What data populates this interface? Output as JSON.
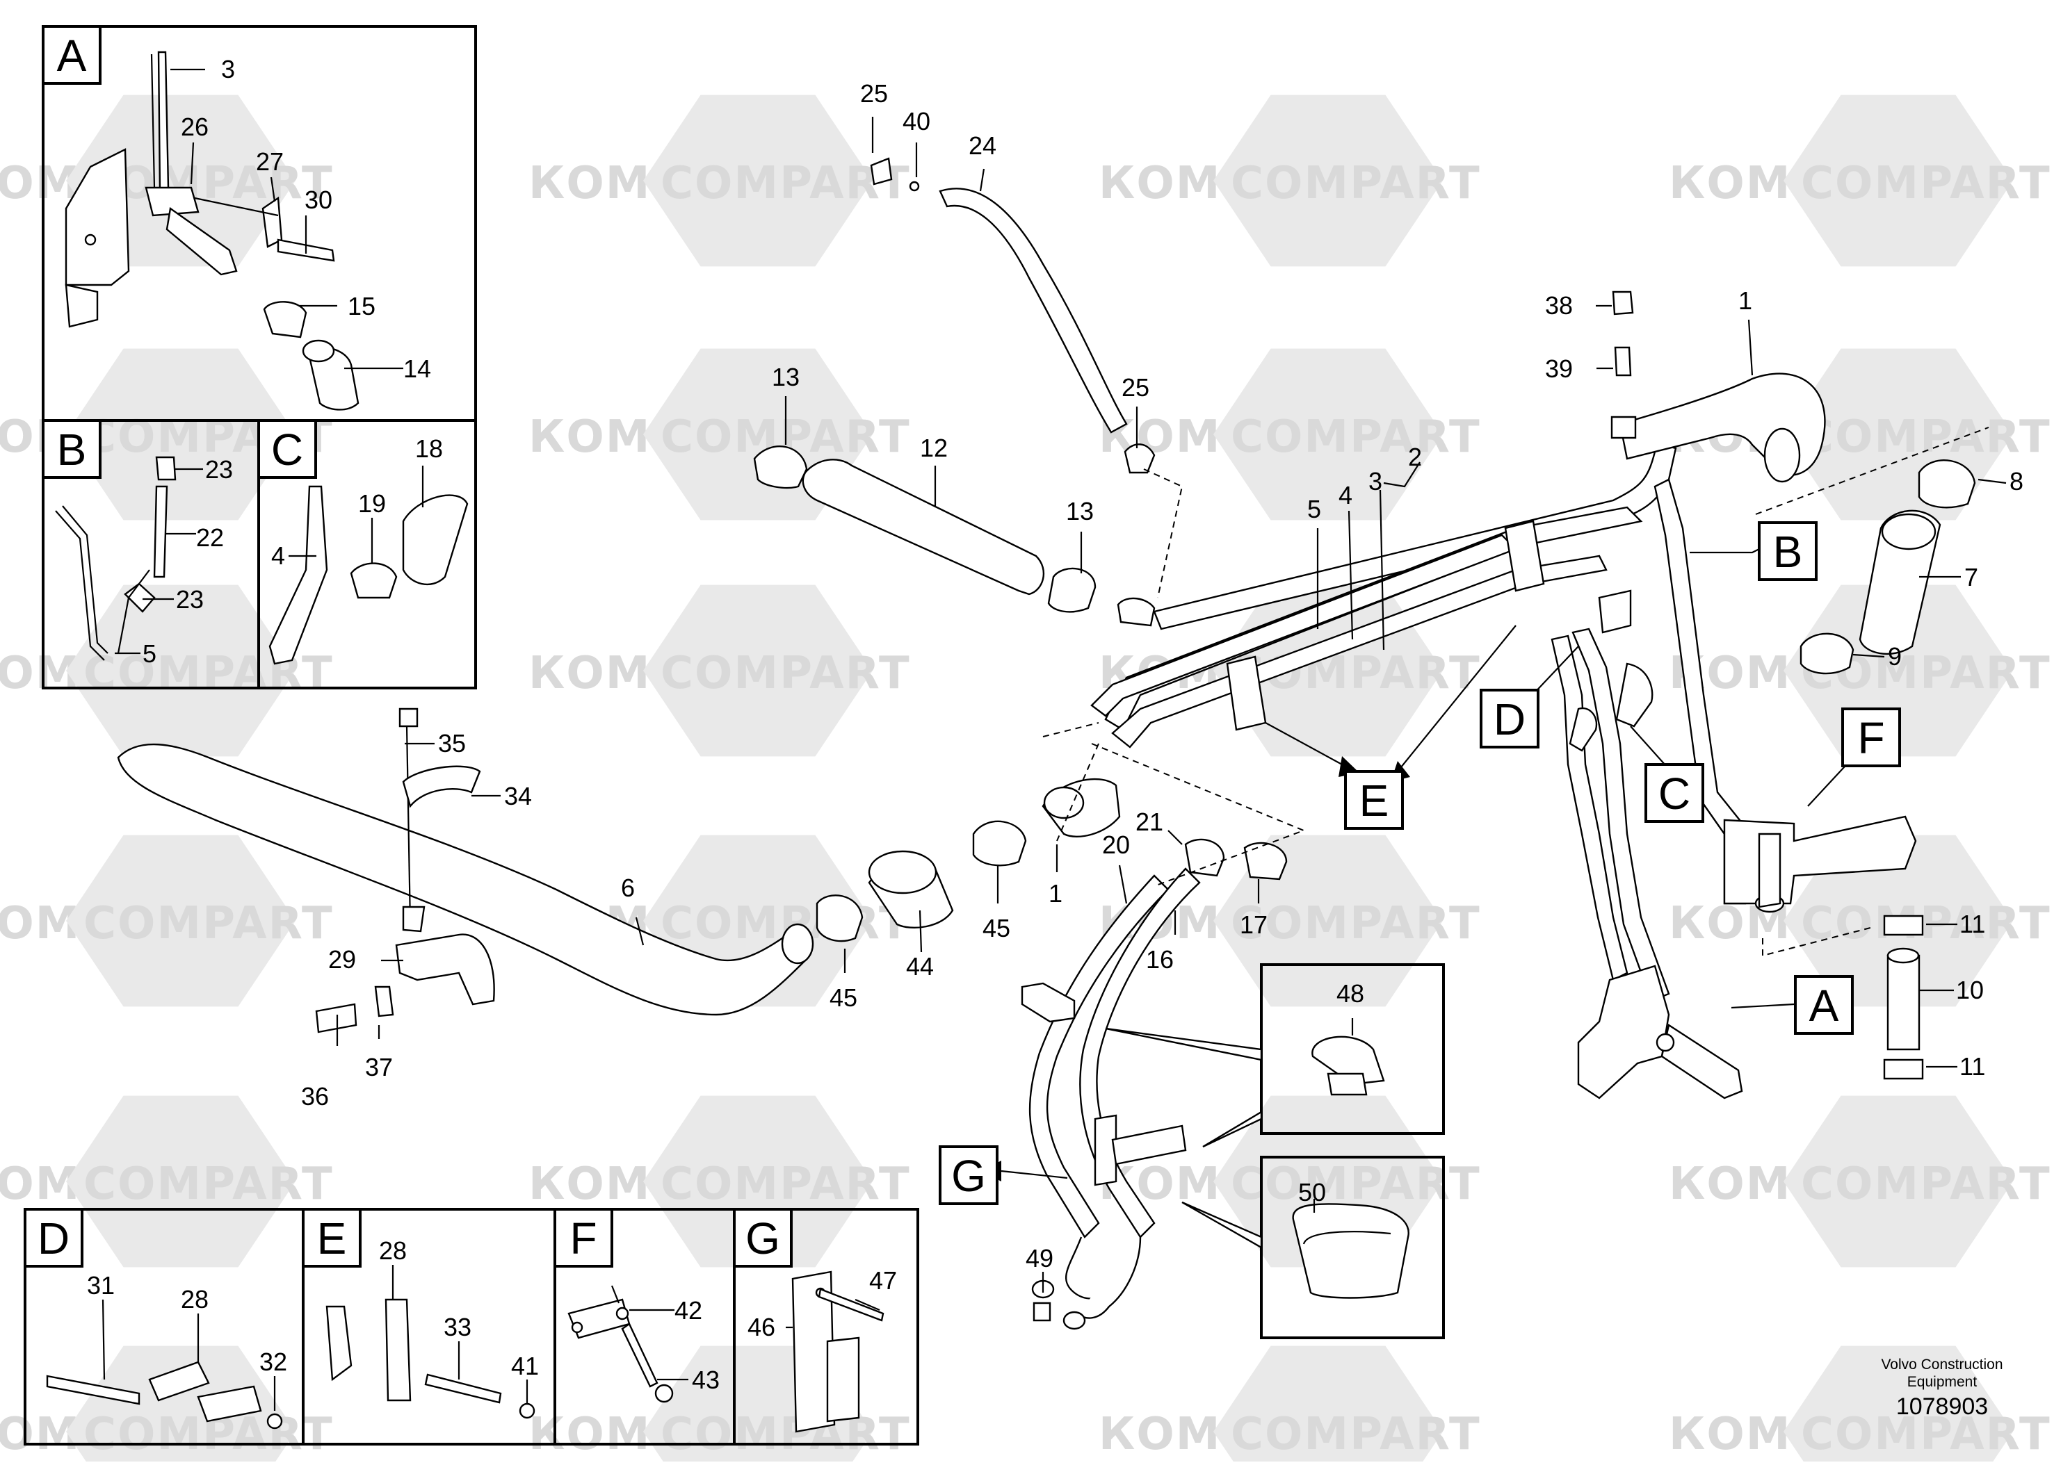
{
  "watermark": {
    "text_cyrillic": "КОМПАРТ",
    "text_latin": "COMPART"
  },
  "panels": {
    "A": {
      "letter": "A",
      "labels": [
        "3",
        "26",
        "27",
        "30",
        "15",
        "14"
      ]
    },
    "B": {
      "letter": "B",
      "labels": [
        "23",
        "22",
        "23",
        "5"
      ]
    },
    "C": {
      "letter": "C",
      "labels": [
        "18",
        "19",
        "4"
      ]
    },
    "D": {
      "letter": "D",
      "labels": [
        "31",
        "28",
        "32"
      ]
    },
    "E": {
      "letter": "E",
      "labels": [
        "28",
        "33",
        "41"
      ]
    },
    "F": {
      "letter": "F",
      "labels": [
        "42",
        "43"
      ]
    },
    "G": {
      "letter": "G",
      "labels": [
        "47",
        "46"
      ]
    }
  },
  "main_labels": [
    "25",
    "40",
    "24",
    "13",
    "12",
    "13",
    "25",
    "38",
    "39",
    "1",
    "2",
    "3",
    "4",
    "5",
    "8",
    "7",
    "9",
    "35",
    "34",
    "6",
    "29",
    "37",
    "36",
    "45",
    "44",
    "45",
    "1",
    "20",
    "21",
    "16",
    "17",
    "48",
    "50",
    "49",
    "11",
    "10",
    "11"
  ],
  "callouts": [
    "B",
    "D",
    "C",
    "E",
    "F",
    "A",
    "G"
  ],
  "footer": {
    "line1": "Volvo Construction",
    "line2": "Equipment",
    "drawing_number": "1078903"
  }
}
